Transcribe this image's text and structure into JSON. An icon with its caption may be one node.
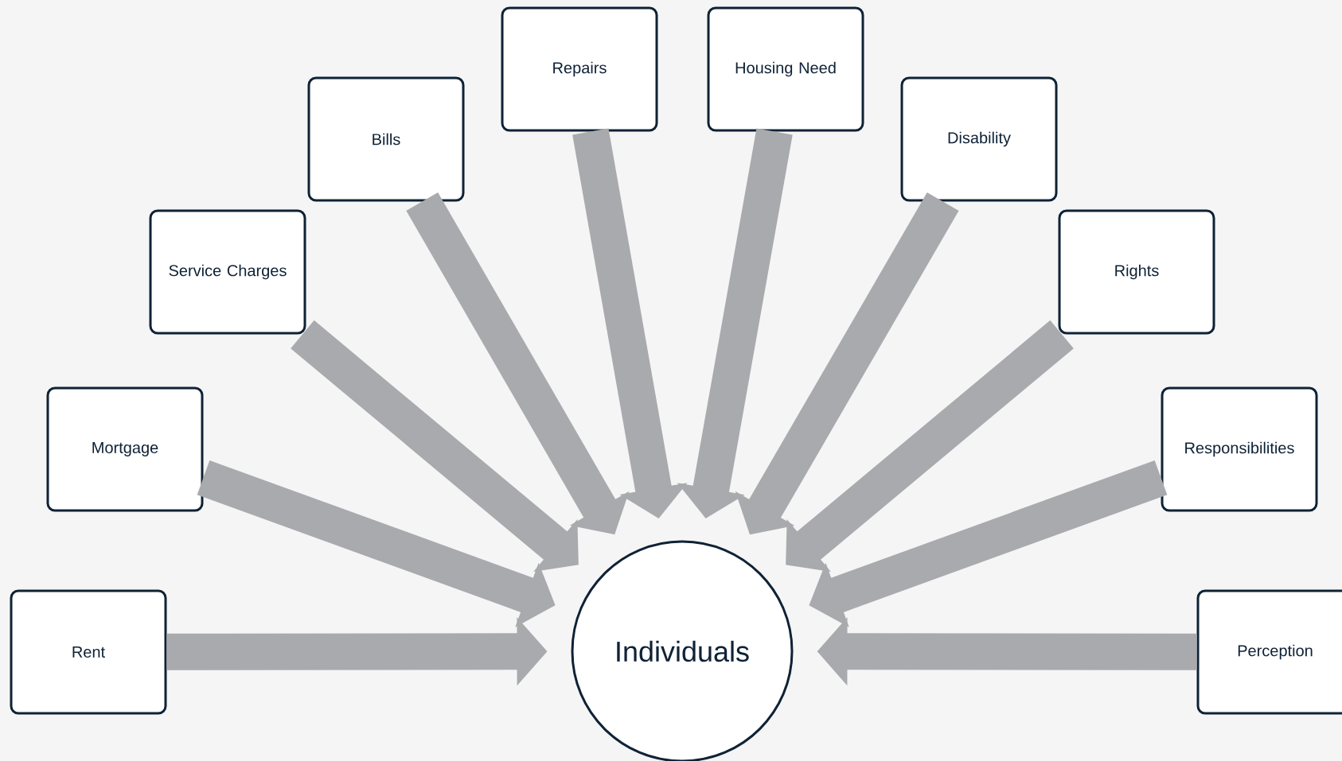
{
  "diagram": {
    "nodes": [
      {
        "text": [
          "Rent"
        ]
      },
      {
        "text": [
          "Mortgage"
        ]
      },
      {
        "text": [
          "Service Charges"
        ]
      },
      {
        "text": [
          "Bills"
        ]
      },
      {
        "text": [
          "Repairs"
        ]
      },
      {
        "text": [
          "Housing Need"
        ]
      },
      {
        "text": [
          "Disability"
        ]
      },
      {
        "text": [
          "Rights"
        ]
      },
      {
        "text": [
          "Responsibilities"
        ]
      },
      {
        "text": [
          "Perception"
        ]
      },
      {
        "text": [
          "Individuals"
        ]
      }
    ],
    "edges": [
      {
        "from": 0,
        "to": 10,
        "arrow": "to"
      },
      {
        "from": 1,
        "to": 10,
        "arrow": "to"
      },
      {
        "from": 2,
        "to": 10,
        "arrow": "to"
      },
      {
        "from": 3,
        "to": 10,
        "arrow": "to"
      },
      {
        "from": 4,
        "to": 10,
        "arrow": "to"
      },
      {
        "from": 5,
        "to": 10,
        "arrow": "to"
      },
      {
        "from": 6,
        "to": 10,
        "arrow": "to"
      },
      {
        "from": 7,
        "to": 10,
        "arrow": "to"
      },
      {
        "from": 8,
        "to": 10,
        "arrow": "to"
      },
      {
        "from": 9,
        "to": 10,
        "arrow": "to"
      }
    ]
  }
}
